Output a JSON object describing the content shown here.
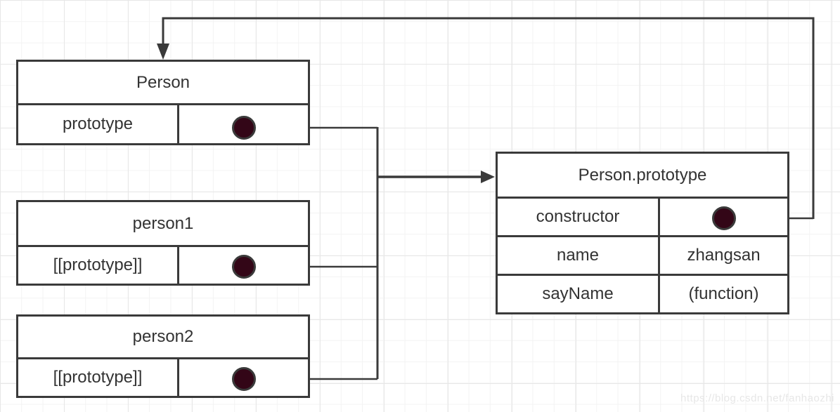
{
  "diagram": {
    "boxes": {
      "person": {
        "title": "Person",
        "rows": [
          {
            "label": "prototype",
            "value": ""
          }
        ]
      },
      "person1": {
        "title": "person1",
        "rows": [
          {
            "label": "[[prototype]]",
            "value": ""
          }
        ]
      },
      "person2": {
        "title": "person2",
        "rows": [
          {
            "label": "[[prototype]]",
            "value": ""
          }
        ]
      },
      "person_prototype": {
        "title": "Person.prototype",
        "rows": [
          {
            "label": "constructor",
            "value": ""
          },
          {
            "label": "name",
            "value": "zhangsan"
          },
          {
            "label": "sayName",
            "value": "(function)"
          }
        ]
      }
    },
    "icons": {
      "pointer_dot": "filled-circle"
    },
    "colors": {
      "border": "#3a3a3a",
      "text": "#333333",
      "dot_fill": "#330617",
      "watermark": "#e7e7e7"
    },
    "watermark": "https://blog.csdn.net/fanhaozhi"
  }
}
